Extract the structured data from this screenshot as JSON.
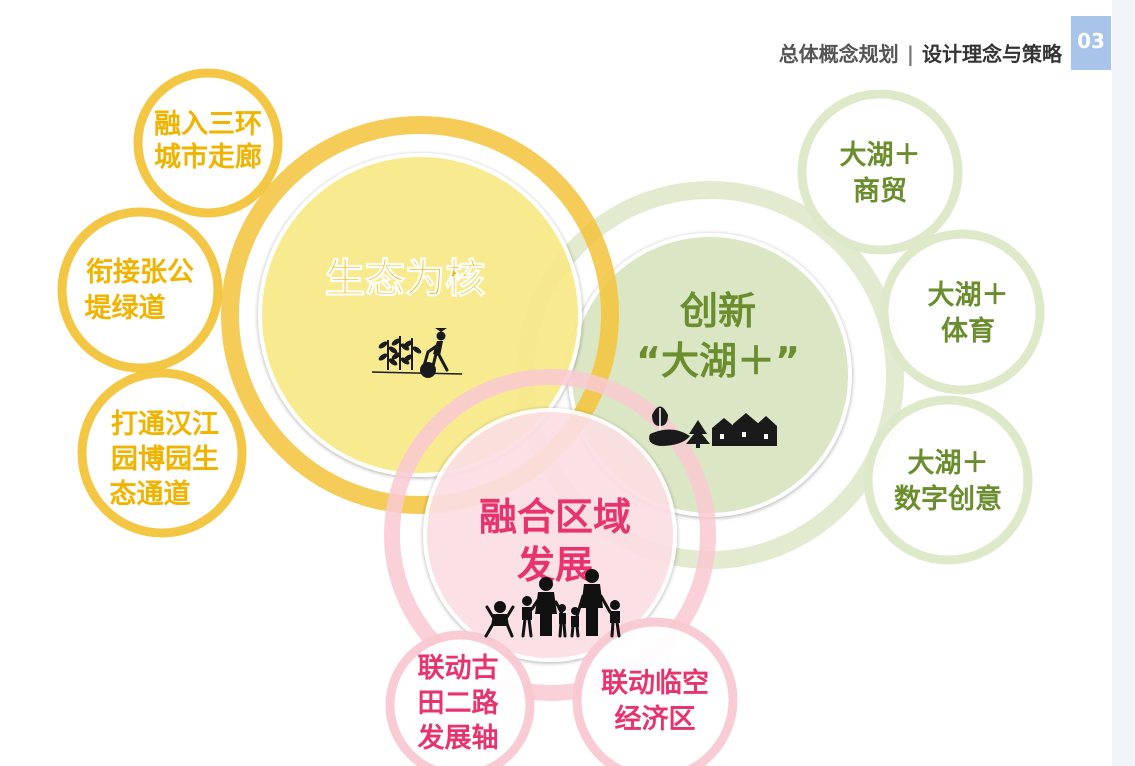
{
  "header": {
    "section": "总体概念规划",
    "separator": "|",
    "subtitle": "设计理念与策略",
    "page_number": "03"
  },
  "colors": {
    "yellow": "#f3c33a",
    "yellow_fill": "#f8e98a",
    "yellow_text": "#f0b400",
    "green": "#6a8e2e",
    "green_ring": "#dde8c8",
    "green_fill": "#dae6c4",
    "pink": "#e8336f",
    "pink_ring": "#f9c9d2",
    "pink_fill": "#fbdfe3",
    "tab": "#a8c4e8"
  },
  "diagram": {
    "core_yellow": {
      "title": "生态为核",
      "icon": "gardener-planting-icon"
    },
    "core_green": {
      "line1": "创新",
      "line2": "“大湖＋”",
      "icon": "lake-forest-village-icon"
    },
    "core_pink": {
      "line1": "融合区域",
      "line2": "发展",
      "icon": "family-icon"
    },
    "yellow_bubbles": [
      {
        "line1": "融入三环",
        "line2": "城市走廊"
      },
      {
        "line1": "衔接张公",
        "line2": "堤绿道"
      },
      {
        "line1": "打通汉江",
        "line2": "园博园生",
        "line3": "态通道"
      }
    ],
    "green_bubbles": [
      {
        "line1": "大湖＋",
        "line2": "商贸"
      },
      {
        "line1": "大湖＋",
        "line2": "体育"
      },
      {
        "line1": "大湖＋",
        "line2": "数字创意"
      }
    ],
    "pink_bubbles": [
      {
        "line1": "联动古",
        "line2": "田二路",
        "line3": "发展轴"
      },
      {
        "line1": "联动临空",
        "line2": "经济区"
      }
    ]
  }
}
